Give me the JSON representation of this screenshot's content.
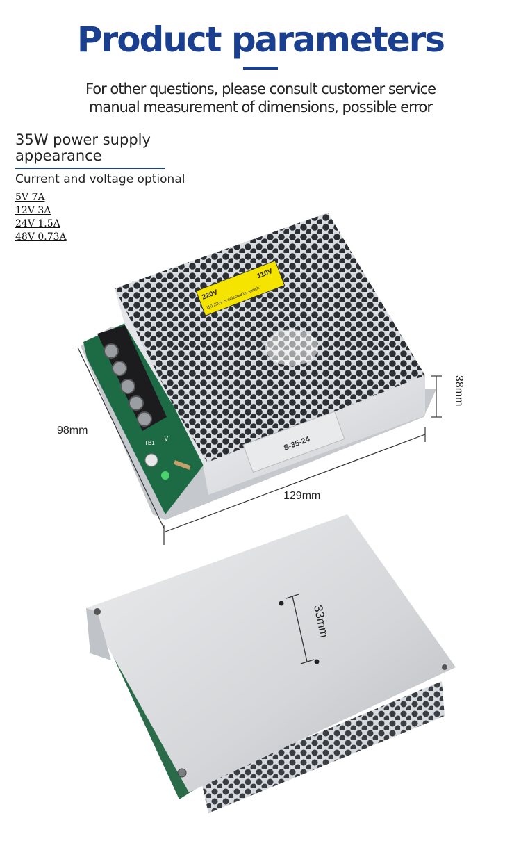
{
  "header": {
    "title": "Product parameters",
    "subtitle_line1": "For other questions, please consult customer service",
    "subtitle_line2": "manual measurement of dimensions, possible error"
  },
  "appearance": {
    "title": "35W power supply appearance",
    "options_label": "Current and voltage optional",
    "specs": [
      "5V 7A",
      "12V 3A",
      "24V 1.5A",
      "48V 0.73A"
    ]
  },
  "dimensions": {
    "depth": "98mm",
    "width": "129mm",
    "height": "38mm",
    "hole_spacing": "33mm"
  },
  "label": {
    "voltage_high": "220V",
    "voltage_low": "110V",
    "warning": "110/220V is selected by switch",
    "model": "S-35-24"
  },
  "terminal": {
    "mark_tb": "TB1",
    "mark_plus": "+V"
  }
}
